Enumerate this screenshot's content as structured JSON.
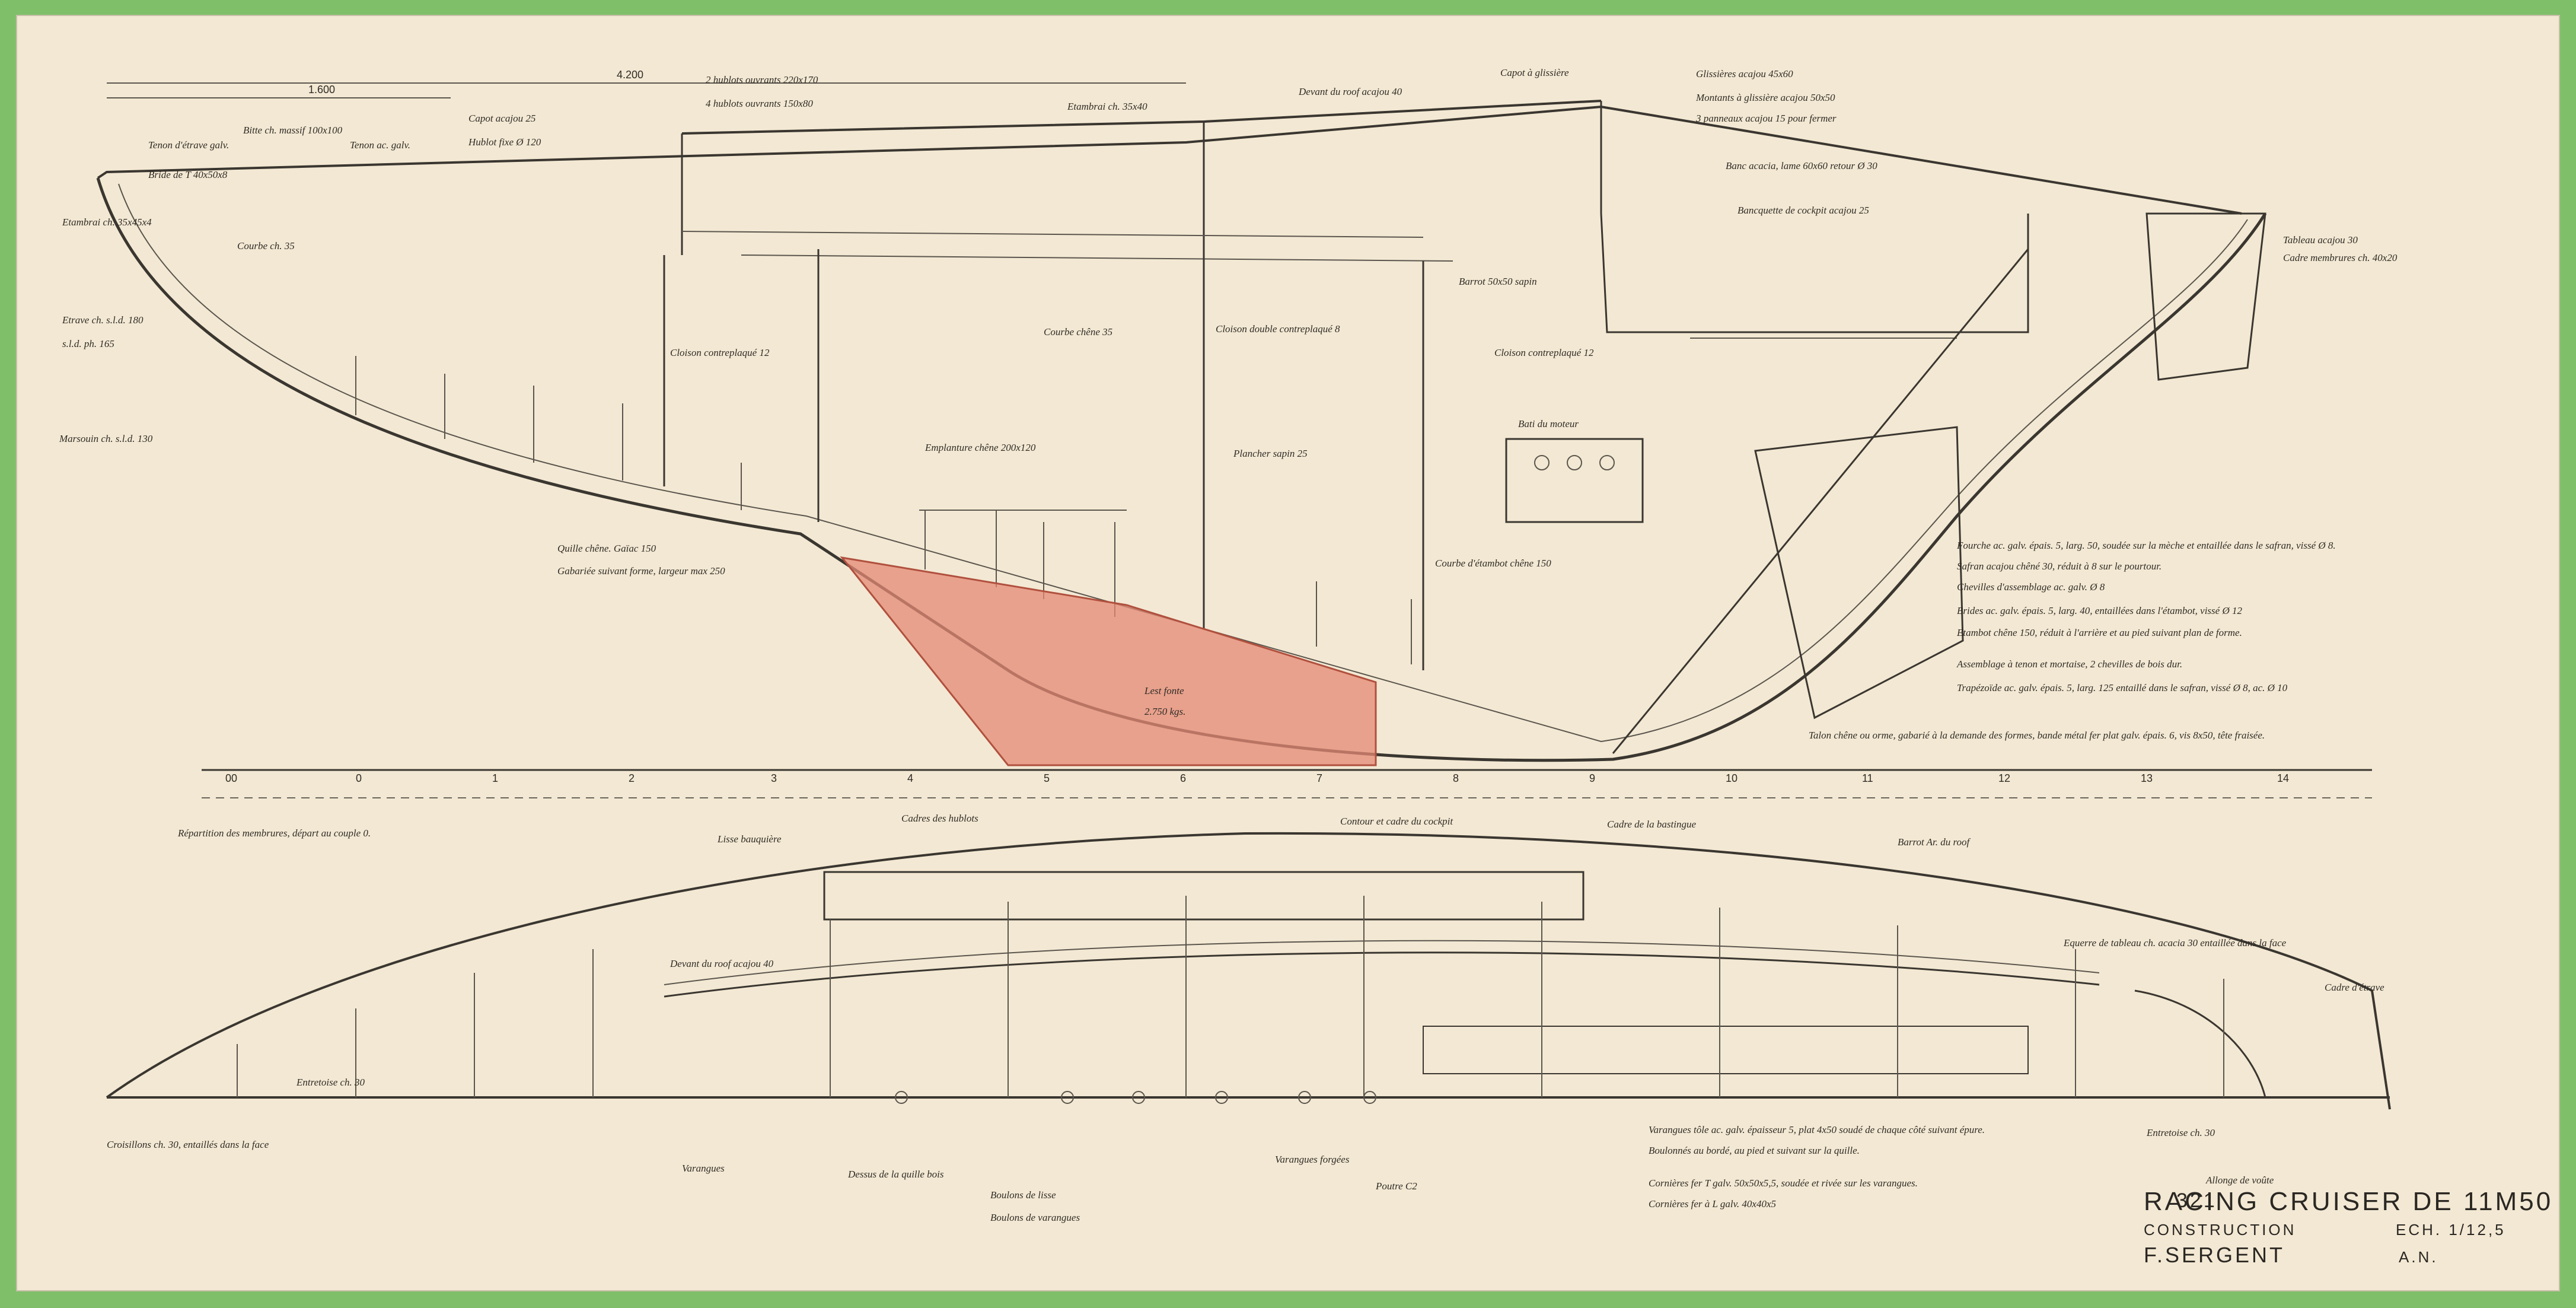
{
  "title_block": {
    "sheet_no": "321",
    "title": "RACING CRUISER DE 11M50",
    "subtitle": "CONSTRUCTION",
    "scale": "ECH. 1/12,5",
    "author": "F.SERGENT",
    "initials": "A.N."
  },
  "dimensions": {
    "overall_top": "4.200",
    "top_left": "1.600"
  },
  "station_numbers": [
    "00",
    "0",
    "1",
    "2",
    "3",
    "4",
    "5",
    "6",
    "7",
    "8",
    "9",
    "10",
    "11",
    "12",
    "13",
    "14"
  ],
  "profile_labels": {
    "left": [
      "Tenon d'étrave galv.",
      "Bride de T 40x50x8",
      "Etambrai ch. 35x45x4",
      "Etrave ch. s.l.d. 180",
      "s.l.d. ph. 165",
      "Courbe ch. 35",
      "Marsouin ch. s.l.d. 130",
      "Quille chêne. Gaïac 150",
      "Gabariée suivant forme, largeur max 250"
    ],
    "top": [
      "Bitte ch. massif 100x100",
      "Tenon ac. galv.",
      "Capot acajou 25",
      "Hublot fixe Ø 120",
      "2 hublots ouvrants 220x170",
      "4 hublots ouvrants 150x80",
      "Etambrai ch. 35x40",
      "Devant du roof acajou 40",
      "Capot à glissière",
      "Glissières acajou 45x60",
      "Montants à glissière acajou 50x50",
      "3 panneaux acajou 15 pour fermer",
      "Banc acacia, lame 60x60 retour Ø 30",
      "Bancquette de cockpit acajou 25",
      "Tableau acajou 30",
      "Cadre membrures ch. 40x20"
    ],
    "middle": [
      "Cloison contreplaqué 12",
      "Cloison double contreplaqué 8",
      "Courbe chêne 35",
      "Emplanture chêne 200x120",
      "Plancher sapin 25",
      "Barrot 50x50 sapin",
      "Cloison contreplaqué 12",
      "Bati du moteur",
      "Courbe d'étambot chêne 150"
    ],
    "right": [
      "Fourche ac. galv. épais. 5, larg. 50, soudée sur la mèche et entaillée dans le safran, vissé Ø 8.",
      "Safran acajou chêné 30, réduit à 8 sur le pourtour.",
      "Chevilles d'assemblage ac. galv. Ø 8",
      "Brides ac. galv. épais. 5, larg. 40, entaillées dans l'étambot, vissé Ø 12",
      "Etambot chêne 150, réduit à l'arrière et au pied suivant plan de forme.",
      "Assemblage à tenon et mortaise, 2 chevilles de bois dur.",
      "Trapézoïde ac. galv. épais. 5, larg. 125 entaillé dans le safran, vissé Ø 8, ac. Ø 10",
      "Talon chêne ou orme, gabarié à la demande des formes, bande métal fer plat galv. épais. 6, vis 8x50, tête fraisée."
    ],
    "keel": [
      "Lest fonte",
      "2.750 kgs."
    ]
  },
  "plan_labels": [
    "Répartition des membrures, départ au couple 0.",
    "Lisse bauquière",
    "Cadres des hublots",
    "Contour et cadre du cockpit",
    "Cadre de la bastingue",
    "Barrot Ar. du roof",
    "Devant du roof acajou 40",
    "Equerre de tableau ch. acacia 30 entaillée dans la face",
    "Cadre d'étrave",
    "Croisillons ch. 30, entaillés dans la face",
    "Entretoise ch. 30",
    "Varangues",
    "Dessus de la quille bois",
    "Boulons de lisse",
    "Boulons de varangues",
    "Varangues forgées",
    "Poutre C2",
    "Entretoise ch. 30",
    "Allonge de voûte",
    "Varangues tôle ac. galv. épaisseur 5, plat 4x50 soudé de chaque côté suivant épure.",
    "Boulonnés au bordé, au pied et suivant sur la quille.",
    "Cornières fer T galv. 50x50x5,5, soudée et rivée sur les varangues.",
    "Cornières fer à L galv. 40x40x5"
  ],
  "colors": {
    "paper": "#f3e8d3",
    "border": "#7fbf6a",
    "ink": "#3a3630",
    "ballast": "#e48a74"
  }
}
